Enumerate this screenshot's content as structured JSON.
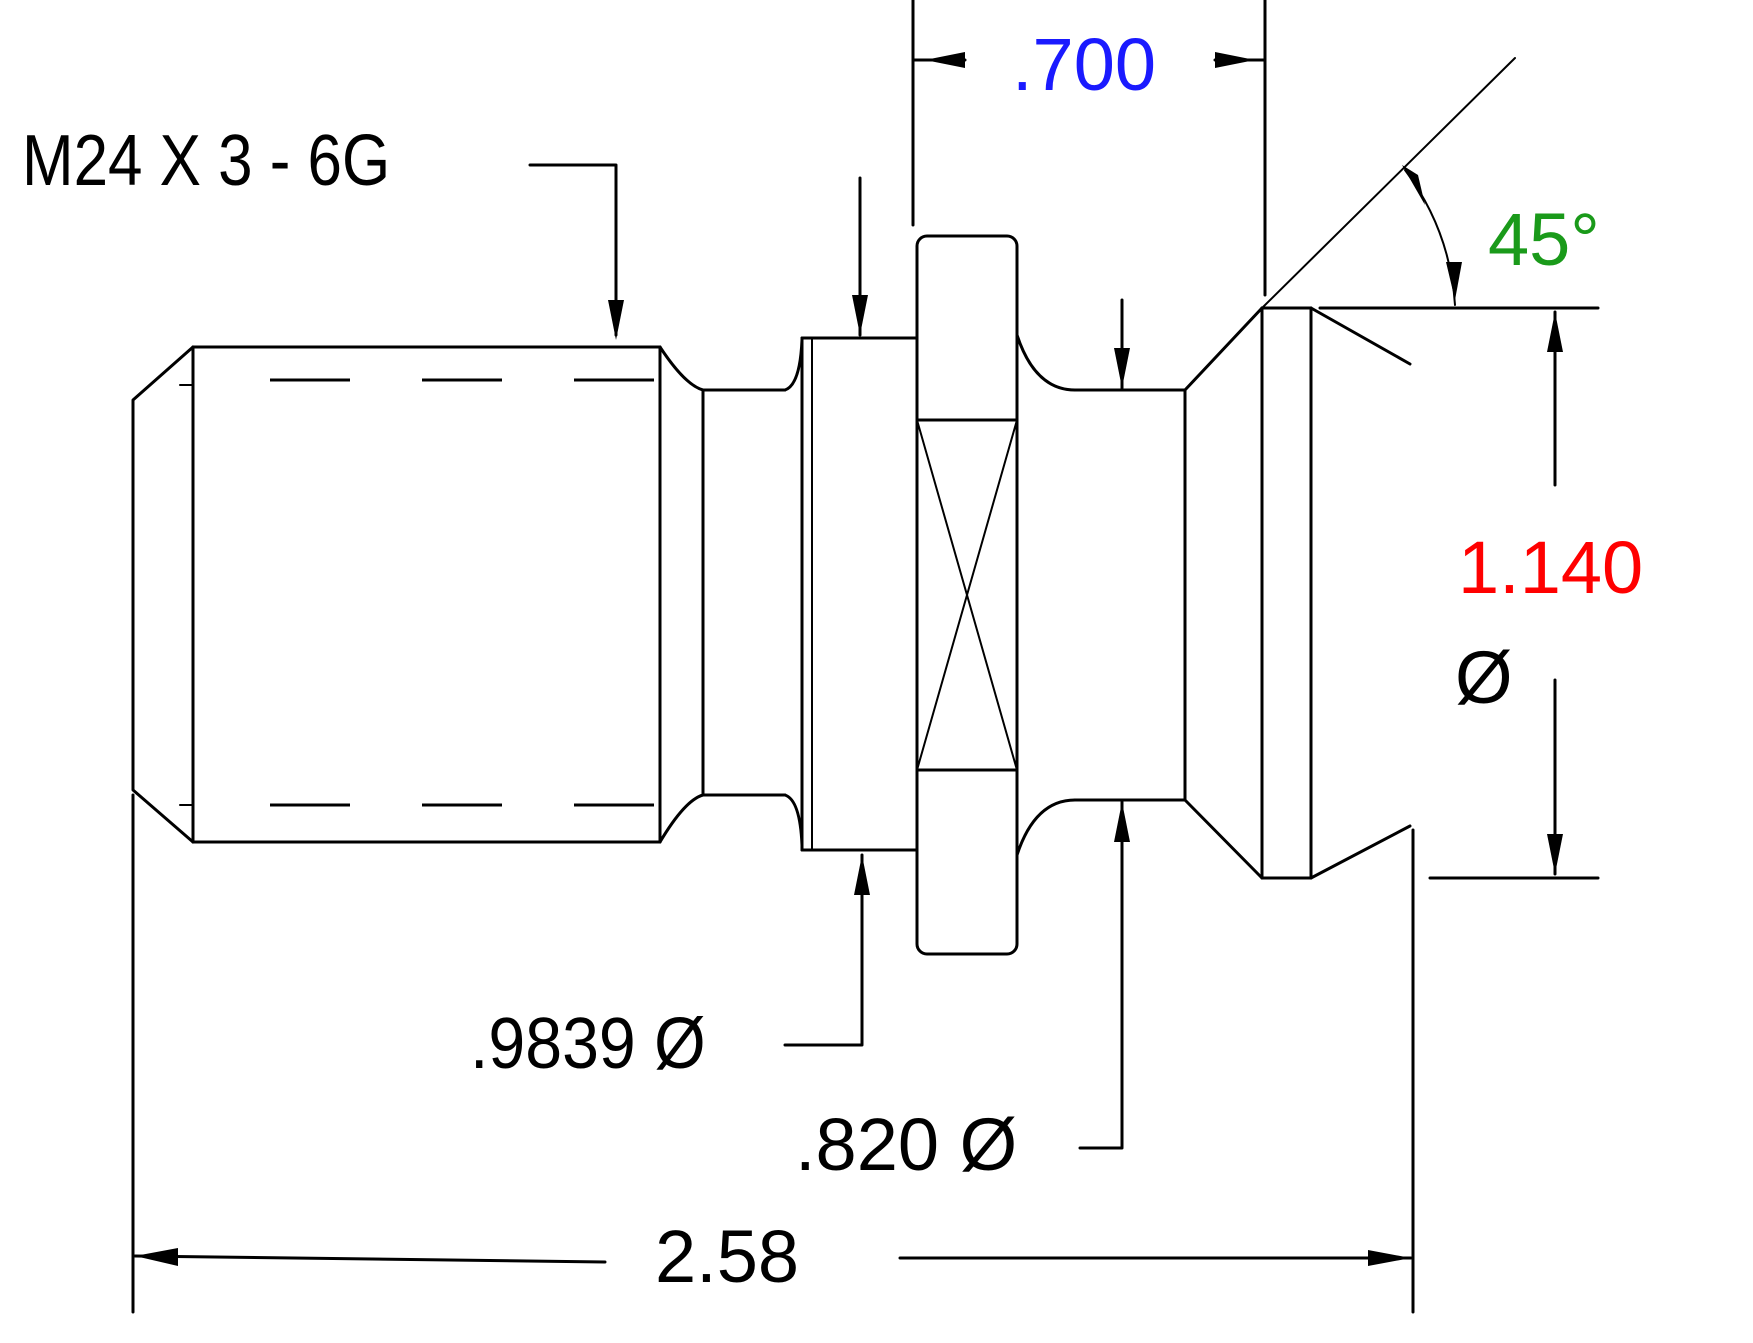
{
  "drawing": {
    "thread_callout": "M24 X 3 - 6G",
    "dim_700": ".700",
    "dim_700_color": "#1a1aff",
    "dim_angle": "45°",
    "dim_angle_color": "#1a9a1a",
    "dim_1140": "1.140",
    "dim_1140_color": "#ff0000",
    "dim_1140_symbol": "Ø",
    "dim_9839": ".9839 Ø",
    "dim_820": ".820 Ø",
    "dim_258": "2.58"
  }
}
